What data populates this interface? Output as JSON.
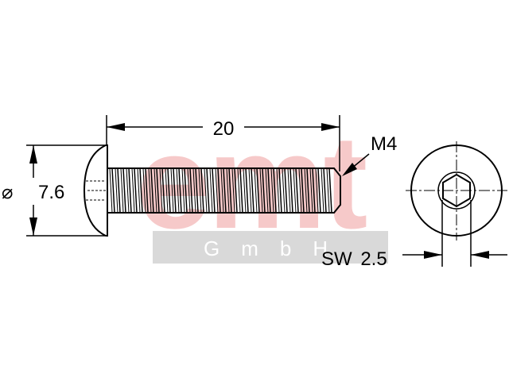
{
  "drawing": {
    "length_label": "20",
    "thread_label": "M4",
    "diameter_symbol": "⌀",
    "diameter_value": "7.6",
    "socket_label": "SW 2.5"
  },
  "watermark": {
    "brand": "emt",
    "suffix": "GmbH",
    "brand_color": "#f6c9c9",
    "band_color": "#d9d9d9"
  }
}
